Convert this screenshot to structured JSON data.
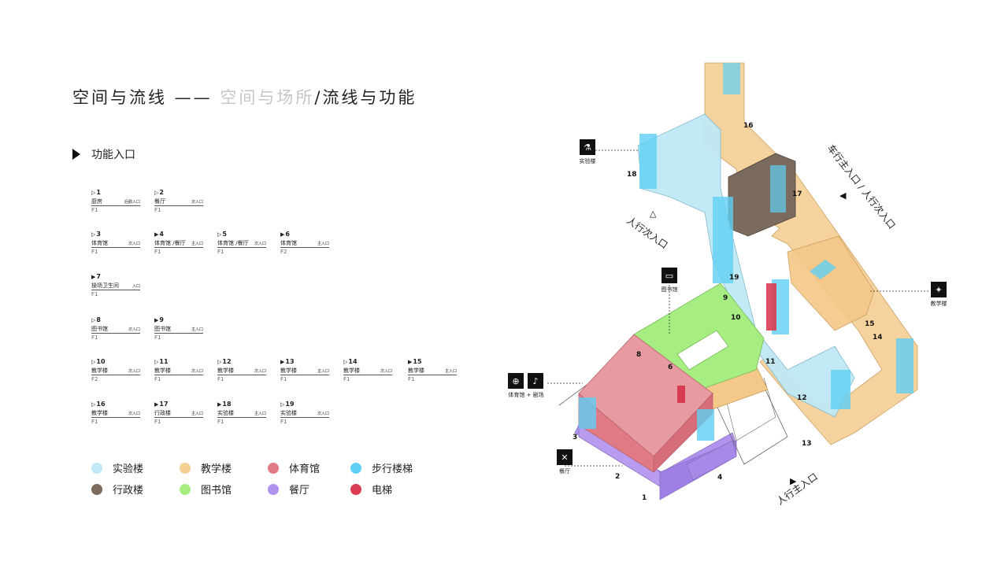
{
  "header": {
    "title_main": "空间与流线 —— ",
    "title_light": "空间与场所",
    "title_sep": "/",
    "title_rest": "流线与功能"
  },
  "section": {
    "label": "功能入口"
  },
  "entrances": [
    {
      "num": "1",
      "marker": "▷",
      "name": "厨房",
      "type": "后勤入口",
      "floor": "F1"
    },
    {
      "num": "2",
      "marker": "▷",
      "name": "餐厅",
      "type": "次入口",
      "floor": "F1"
    },
    {
      "num": "3",
      "marker": "▷",
      "name": "体育馆",
      "type": "次入口",
      "floor": "F1"
    },
    {
      "num": "4",
      "marker": "▶",
      "name": "体育馆 /餐厅",
      "type": "主入口",
      "floor": "F1"
    },
    {
      "num": "5",
      "marker": "▷",
      "name": "体育馆 /餐厅",
      "type": "次入口",
      "floor": "F1"
    },
    {
      "num": "6",
      "marker": "▶",
      "name": "体育馆",
      "type": "主入口",
      "floor": "F2"
    },
    {
      "num": "7",
      "marker": "▶",
      "name": "操场卫生间",
      "type": "入口",
      "floor": "F1"
    },
    {
      "num": "8",
      "marker": "▷",
      "name": "图书馆",
      "type": "次入口",
      "floor": "F1"
    },
    {
      "num": "9",
      "marker": "▶",
      "name": "图书馆",
      "type": "主入口",
      "floor": "F1"
    },
    {
      "num": "10",
      "marker": "▷",
      "name": "教学楼",
      "type": "次入口",
      "floor": "F2"
    },
    {
      "num": "11",
      "marker": "▷",
      "name": "教学楼",
      "type": "次入口",
      "floor": "F1"
    },
    {
      "num": "12",
      "marker": "▷",
      "name": "教学楼",
      "type": "次入口",
      "floor": "F1"
    },
    {
      "num": "13",
      "marker": "▶",
      "name": "教学楼",
      "type": "主入口",
      "floor": "F1"
    },
    {
      "num": "14",
      "marker": "▷",
      "name": "教学楼",
      "type": "次入口",
      "floor": "F1"
    },
    {
      "num": "15",
      "marker": "▶",
      "name": "教学楼",
      "type": "主入口",
      "floor": "F1"
    },
    {
      "num": "16",
      "marker": "▷",
      "name": "教学楼",
      "type": "次入口",
      "floor": "F1"
    },
    {
      "num": "17",
      "marker": "▶",
      "name": "行政楼",
      "type": "主入口",
      "floor": "F1"
    },
    {
      "num": "18",
      "marker": "▶",
      "name": "实验楼",
      "type": "主入口",
      "floor": "F1"
    },
    {
      "num": "19",
      "marker": "▷",
      "name": "实验楼",
      "type": "次入口",
      "floor": "F1"
    }
  ],
  "legend": [
    {
      "label": "实验楼",
      "color": "#bfe9f6"
    },
    {
      "label": "教学楼",
      "color": "#f6cf96"
    },
    {
      "label": "体育馆",
      "color": "#e07b85"
    },
    {
      "label": "步行楼梯",
      "color": "#5fd0f4"
    },
    {
      "label": "行政楼",
      "color": "#7b6a5e"
    },
    {
      "label": "图书馆",
      "color": "#a6ee82"
    },
    {
      "label": "餐厅",
      "color": "#b192ef"
    },
    {
      "label": "电梯",
      "color": "#d93b52"
    }
  ],
  "diagram": {
    "annotations": {
      "lab": "实验楼",
      "library": "图书馆",
      "teaching": "教学楼",
      "gym": "体育馆 + 剧场",
      "canteen": "餐厅",
      "ped_secondary": "人行次入口",
      "vehicle_main": "车行主入口 / 人行次入口",
      "ped_main": "人行主入口"
    },
    "markers": [
      "1",
      "2",
      "3",
      "4",
      "6",
      "8",
      "9",
      "10",
      "11",
      "12",
      "13",
      "14",
      "15",
      "16",
      "17",
      "18",
      "19"
    ],
    "icons": [
      "flask-icon",
      "book-icon",
      "graduation-cap-icon",
      "basketball-icon",
      "guitar-icon",
      "cutlery-icon"
    ]
  }
}
